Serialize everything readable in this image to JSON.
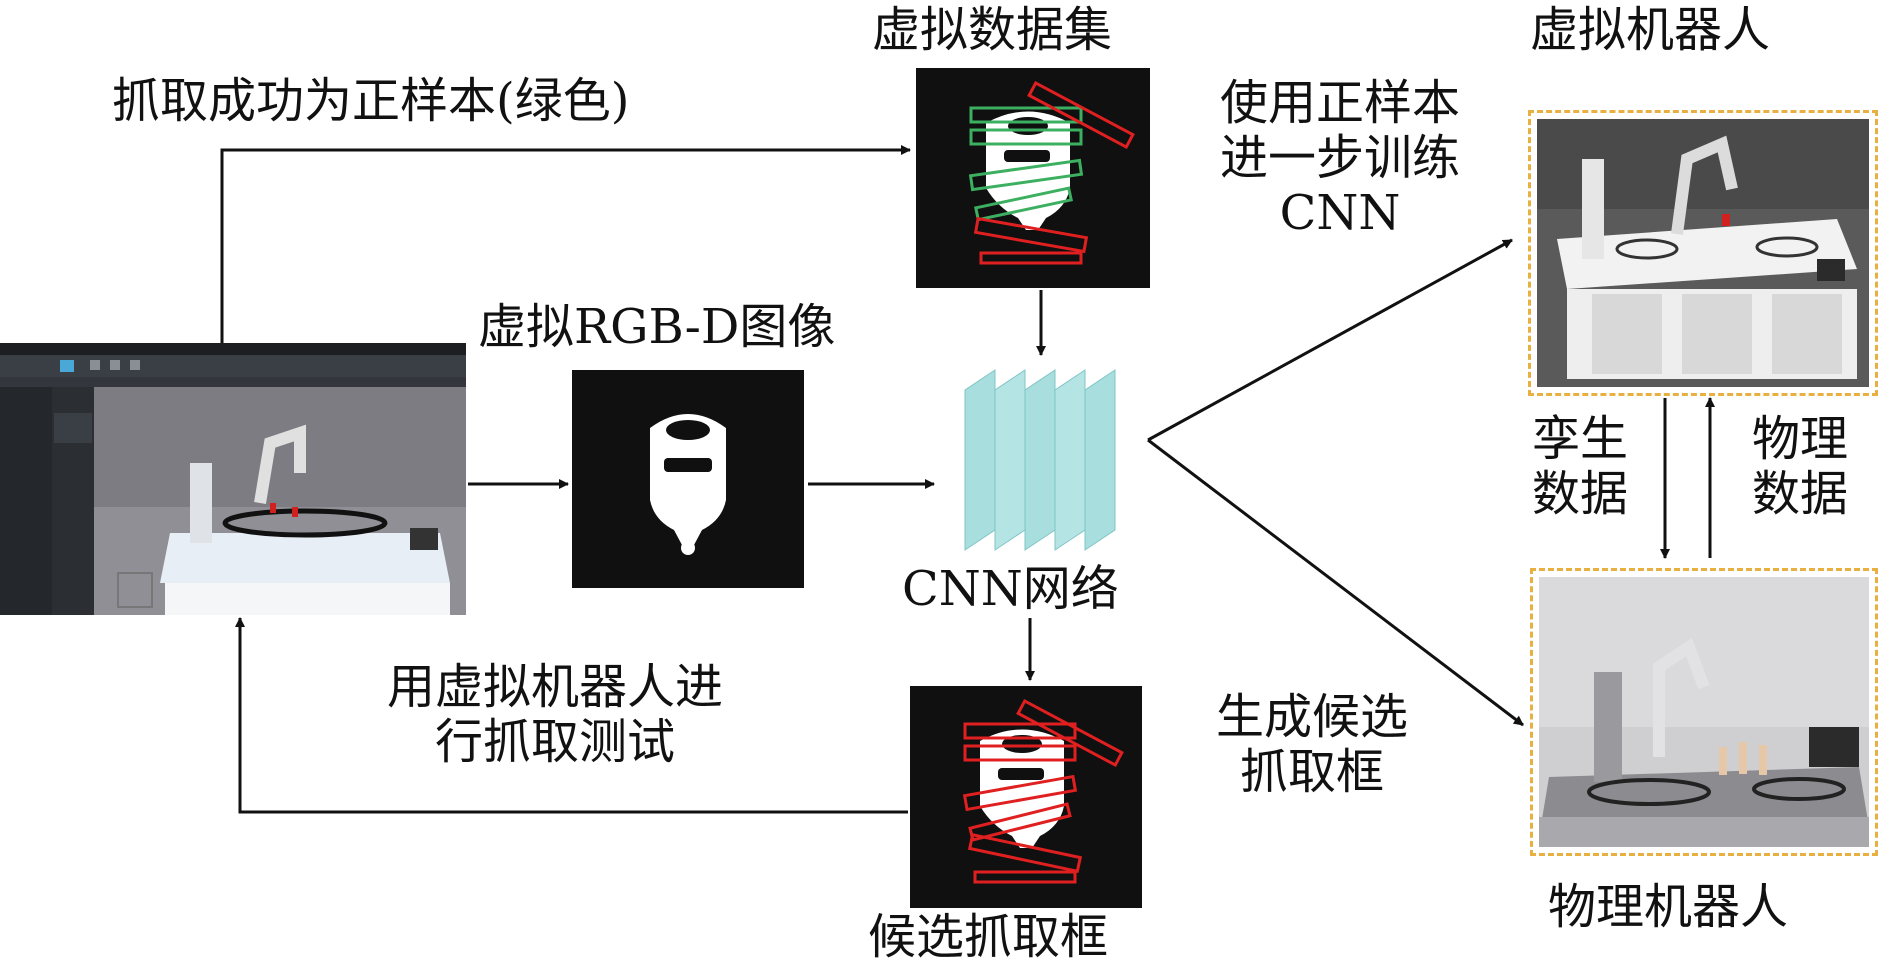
{
  "labels": {
    "positive_samples": "抓取成功为正样本(绿色)",
    "virtual_dataset": "虚拟数据集",
    "train_line1": "使用正样本",
    "train_line2": "进一步训练",
    "train_line3": "CNN",
    "virtual_robot": "虚拟机器人",
    "virtual_rgbd": "虚拟RGB-D图像",
    "cnn_network": "CNN网络",
    "twin_line1": "孪生",
    "twin_line2": "数据",
    "physical_line1": "物理",
    "physical_line2": "数据",
    "test_line1": "用虚拟机器人进",
    "test_line2": "行抓取测试",
    "gen_line1": "生成候选",
    "gen_line2": "抓取框",
    "candidate_boxes": "候选抓取框",
    "physical_robot": "物理机器人"
  },
  "colors": {
    "positive_box": "#3cb060",
    "candidate_box": "#e02020",
    "cnn_layer": "#a8dede",
    "dashed_frame": "#e8b040",
    "arrow": "#111111"
  }
}
